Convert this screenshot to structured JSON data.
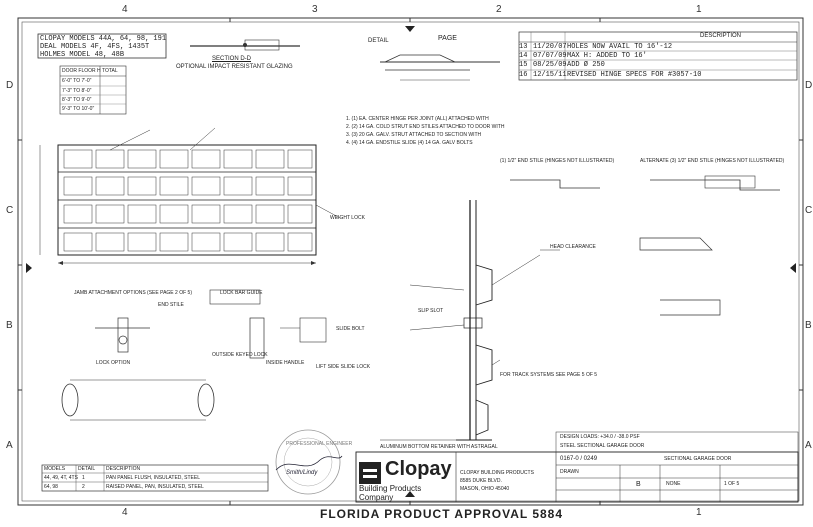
{
  "sheet": {
    "zone_top": [
      "4",
      "3",
      "2",
      "1"
    ],
    "zone_side": [
      "D",
      "C",
      "B",
      "A"
    ],
    "footer": "FLORIDA PRODUCT APPROVAL 5884"
  },
  "models": {
    "line1": "CLOPAY MODELS 44A, 64, 98, 191",
    "line2": "DEAL MODELS 4F, 4FS, 1435T",
    "line3": "HOLMES MODEL 48, 48B"
  },
  "door_table": {
    "header1": "DOOR FLOOR H",
    "header2": "TOTAL",
    "rows": [
      "6'-0\" TO 7'-0\"",
      "7'-3\" TO 8'-0\"",
      "8'-3\" TO 9'-0\"",
      "9'-3\" TO 10'-0\""
    ]
  },
  "detail_label": "DETAIL",
  "page_label": "PAGE",
  "section_label": "SECTION D-D",
  "glazing_label": "OPTIONAL IMPACT RESISTANT GLAZING",
  "revisions": [
    {
      "rev": "13",
      "date": "11/20/07",
      "desc": "HOLES NOW AVAIL TO 16'-12"
    },
    {
      "rev": "14",
      "date": "07/07/09",
      "desc": "MAX H: ADDED TO 16'"
    },
    {
      "rev": "15",
      "date": "08/25/09",
      "desc": "ADD Ø 250"
    },
    {
      "rev": "16",
      "date": "12/15/11",
      "desc": "REVISED HINGE SPECS FOR #3057-10"
    }
  ],
  "rev_header": "DESCRIPTION",
  "notes": [
    "1. (1) EA. CENTER HINGE PER JOINT (ALL) ATTACHED WITH",
    "2. (2) 14 GA. COLD STRUT END STILES ATTACHED TO DOOR WITH",
    "3. (3) 20 GA. GALV. STRUT ATTACHED TO SECTION WITH",
    "4. (4) 14 GA. ENDSTILE SLIDE (4) 14 GA. GALV BOLTS"
  ],
  "alt_label": "ALTERNATE (3) 1/2\" END STILE (HINGES NOT ILLUSTRATED)",
  "alt_label2": "(1) 1/2\" END STILE (HINGES NOT ILLUSTRATED)",
  "callouts": {
    "end_stile": "END STILE",
    "lock_bar": "LOCK BAR GUIDE",
    "outside_keyed_lock": "OUTSIDE KEYED LOCK",
    "inside_handle": "INSIDE HANDLE",
    "slide_bolt": "SLIDE BOLT",
    "slip_slot": "SLIP SLOT",
    "weight_lock": "WEIGHT LOCK",
    "head_clearance": "HEAD CLEARANCE",
    "bottom_astragal": "ALUMINUM BOTTOM RETAINER WITH ASTRAGAL",
    "track_note": "FOR TRACK SYSTEMS SEE PAGE 5 OF 5",
    "jamb_note": "JAMB ATTACHMENT OPTIONS (SEE PAGE 2 OF 5)",
    "lock_option": "LOCK OPTION",
    "slide_lock": "LIFT SIDE SLIDE LOCK"
  },
  "title_block": {
    "company1": "Clopay",
    "company2": "Building Products",
    "company3": "Company",
    "drawing_title": "SECTIONAL GARAGE DOOR",
    "drawing_no": "0167-0 / 0249",
    "sheet": "1 OF 5",
    "rev": "B",
    "scale": "NONE",
    "drawn_by": "DRAWN",
    "address1": "CLOPAY BUILDING PRODUCTS",
    "address2": "8585 DUKE BLVD.",
    "address3": "MASON, OHIO 45040",
    "design_pressure": "DESIGN LOADS: +34.0 / -38.0 PSF",
    "notice": "STEEL SECTIONAL GARAGE DOOR"
  },
  "left_table": {
    "headers": [
      "MODELS",
      "DETAIL",
      "DESCRIPTION"
    ],
    "rows": [
      [
        "44, 49, 4T, 4TS",
        "1",
        "PAN PANEL FLUSH, INSULATED, STEEL"
      ],
      [
        "64, 98",
        "2",
        "RAISED PANEL, PAN, INSULATED, STEEL"
      ]
    ]
  },
  "seal_text": "PROFESSIONAL ENGINEER",
  "signature": "Smith/Lindy"
}
